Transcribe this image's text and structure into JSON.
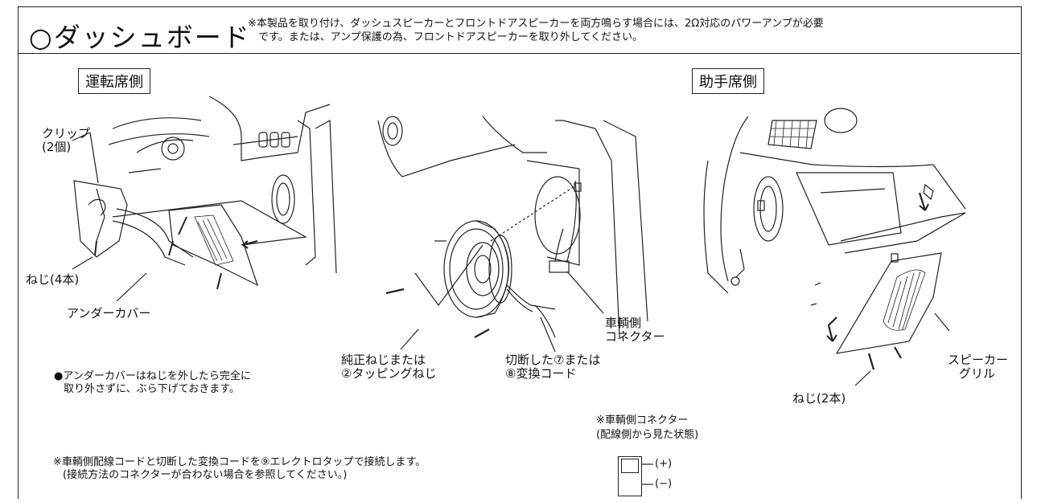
{
  "header": {
    "title": "○ダッシュボード",
    "note_line1": "※本製品を取り付け、ダッシュスピーカーとフロントドアスピーカーを両方鳴らす場合には、2Ω対応のパワーアンプが必要",
    "note_line2": "です。または、アンプ保護の為、フロントドアスピーカーを取り外してください。"
  },
  "sections": {
    "driver_side": "運転席側",
    "passenger_side": "助手席側"
  },
  "labels": {
    "clip_line1": "クリップ",
    "clip_line2": "(2個)",
    "screw4": "ねじ(4本)",
    "under_cover": "アンダーカバー",
    "genuine_screw_line1": "純正ねじまたは",
    "genuine_screw_line2": "②タッピングねじ",
    "cut_cord_line1": "切断した⑦または",
    "cut_cord_line2": "⑧変換コード",
    "vehicle_connector_line1": "車輌側",
    "vehicle_connector_line2": "コネクター",
    "speaker_grill_line1": "スピーカー",
    "speaker_grill_line2": "グリル",
    "screw2": "ねじ(2本)"
  },
  "notes": {
    "under_cover_line1": "●アンダーカバーはねじを外したら完全に",
    "under_cover_line2": "取り外さずに、ぶら下げておきます。",
    "connect_line1": "※車輌側配線コードと切断した変換コードを⑨エレクトロタップで接続します。",
    "connect_line2": "(接続方法のコネクターが合わない場合を参照してください。)"
  },
  "connector_legend": {
    "title_line1": "※車輌側コネクター",
    "title_line2": "(配線側から見た状態)",
    "plus": "(+)",
    "minus": "(−)"
  }
}
